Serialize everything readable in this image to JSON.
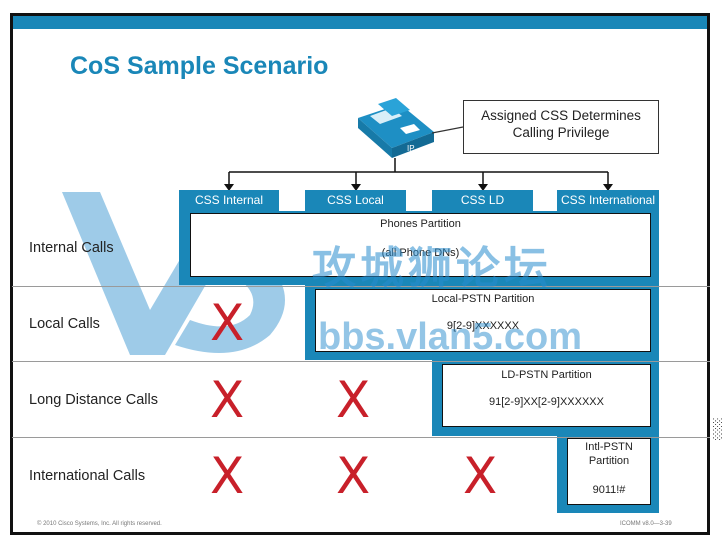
{
  "title": "CoS Sample Scenario",
  "callout": {
    "line1": "Assigned CSS Determines",
    "line2": "Calling Privilege"
  },
  "phone_label": "IP",
  "columns": [
    "CSS Internal",
    "CSS Local",
    "CSS LD",
    "CSS International"
  ],
  "rows": [
    "Internal Calls",
    "Local Calls",
    "Long Distance Calls",
    "International Calls"
  ],
  "partitions": {
    "phones": {
      "name": "Phones Partition",
      "pattern": "(all Phone DNs)"
    },
    "local": {
      "name": "Local-PSTN Partition",
      "pattern": "9[2-9]XXXXXX"
    },
    "ld": {
      "name": "LD-PSTN Partition",
      "pattern": "91[2-9]XX[2-9]XXXXXX"
    },
    "intl": {
      "name1": "Intl-PSTN",
      "name2": "Partition",
      "pattern": "9011!#"
    }
  },
  "mark": "X",
  "footer": {
    "left": "© 2010 Cisco Systems, Inc. All rights reserved.",
    "right": "ICOMM v8.0—3-39"
  },
  "watermark": {
    "text": "攻城狮论坛",
    "url": "bbs.vlan5.com"
  },
  "edge_glyph": "░",
  "colors": {
    "accent": "#1a87b8",
    "x_mark": "#c8202a"
  }
}
